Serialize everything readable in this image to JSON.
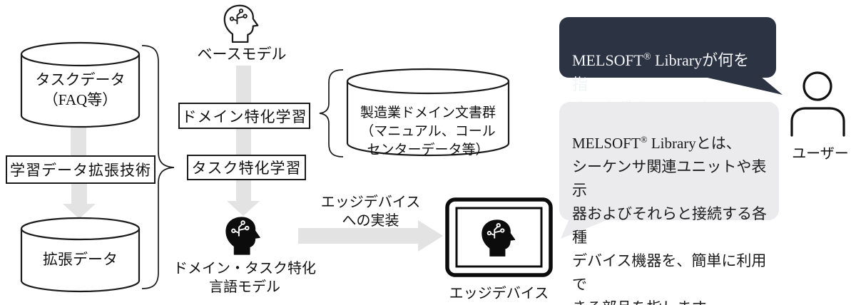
{
  "nodes": {
    "task_data": {
      "label": "タスクデータ\n（FAQ等）"
    },
    "augment_box": {
      "label": "学習データ拡張技術"
    },
    "augmented_data": {
      "label": "拡張データ"
    },
    "base_model": {
      "label": "ベースモデル"
    },
    "domain_training_box": {
      "label": "ドメイン特化学習"
    },
    "task_training_box": {
      "label": "タスク特化学習"
    },
    "domain_docs": {
      "label": "製造業ドメイン文書群\n（マニュアル、コール\nセンターデータ等）"
    },
    "specialized_model": {
      "label": "ドメイン・タスク特化\n言語モデル"
    },
    "edge_deploy": {
      "label": "エッジデバイス\nへの実装"
    },
    "edge_device": {
      "label": "エッジデバイス"
    },
    "user": {
      "label": "ユーザー"
    }
  },
  "chat": {
    "question": {
      "brand": "MELSOFT",
      "reg": "®",
      "text": " Libraryが何を指\nすのか教えてください。"
    },
    "answer": {
      "brand": "MELSOFT",
      "reg": "®",
      "text": " Libraryとは、\nシーケンサ関連ユニットや表示\n器およびそれらと接続する各種\nデバイス機器を、簡単に利用で\nきる部品を指します。"
    }
  },
  "colors": {
    "question_bubble_bg": "#2c3342",
    "question_bubble_fg": "#f3f4f6",
    "answer_bubble_bg": "#ebebed",
    "connector_gray": "#e3e3e4",
    "ink": "#1a1a1a",
    "background": "#ffffff"
  },
  "icons": {
    "base_model": "head-circuit-outline-icon",
    "specialized_model": "head-circuit-filled-icon",
    "edge_device": "tablet-icon",
    "user": "person-icon"
  }
}
